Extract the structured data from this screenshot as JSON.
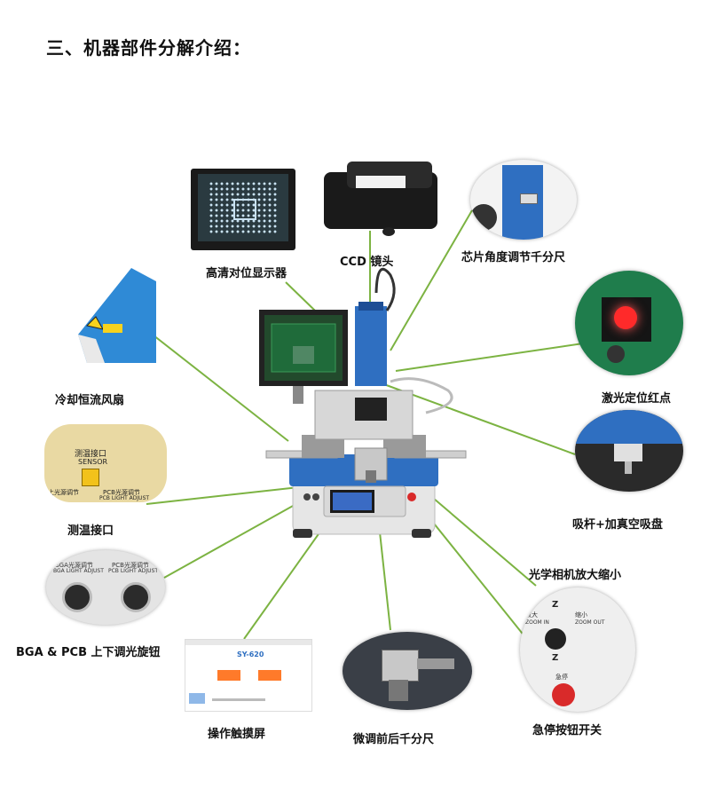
{
  "heading": "三、机器部件分解介绍：",
  "labels": {
    "monitor": "高清对位显示器",
    "ccd": "CCD 镜头",
    "chip_angle": "芯片角度调节千分尺",
    "laser": "激光定位红点",
    "fan": "冷却恒流风扇",
    "nozzle": "吸杆+加真空吸盘",
    "sensor_port": "测温接口",
    "zoom": "光学相机放大缩小",
    "light_knobs": "BGA & PCB  上下调光旋钮",
    "touch_screen": "操作触摸屏",
    "micrometer": "微调前后千分尺",
    "estop": "急停按钮开关"
  },
  "photo_text": {
    "sensor_cn": "测温接口",
    "sensor_en": "SENSOR",
    "bga_light": "上光源调节",
    "pcb_light_cn": "PCB光源调节",
    "pcb_light_en": "PCB LIGHT ADJUST",
    "knob_bga_cn": "BGA光源调节",
    "knob_bga_en": "BGA LIGHT ADJUST",
    "knob_pcb_cn": "PCB光源调节",
    "knob_pcb_en": "PCB LIGHT ADJUST",
    "screen_model": "SY-620",
    "zoom_z1": "Z",
    "zoom_z2": "Z",
    "zoom_in_cn": "放大",
    "zoom_in_en": "ZOOM IN",
    "zoom_out_cn": "缩小",
    "zoom_out_en": "ZOOM OUT",
    "estop_cn": "急停"
  },
  "colors": {
    "leader": "#7cb342",
    "machine_blue": "#2f6fc1",
    "machine_white": "#e8e8e8",
    "estop_red": "#d92a2a"
  }
}
